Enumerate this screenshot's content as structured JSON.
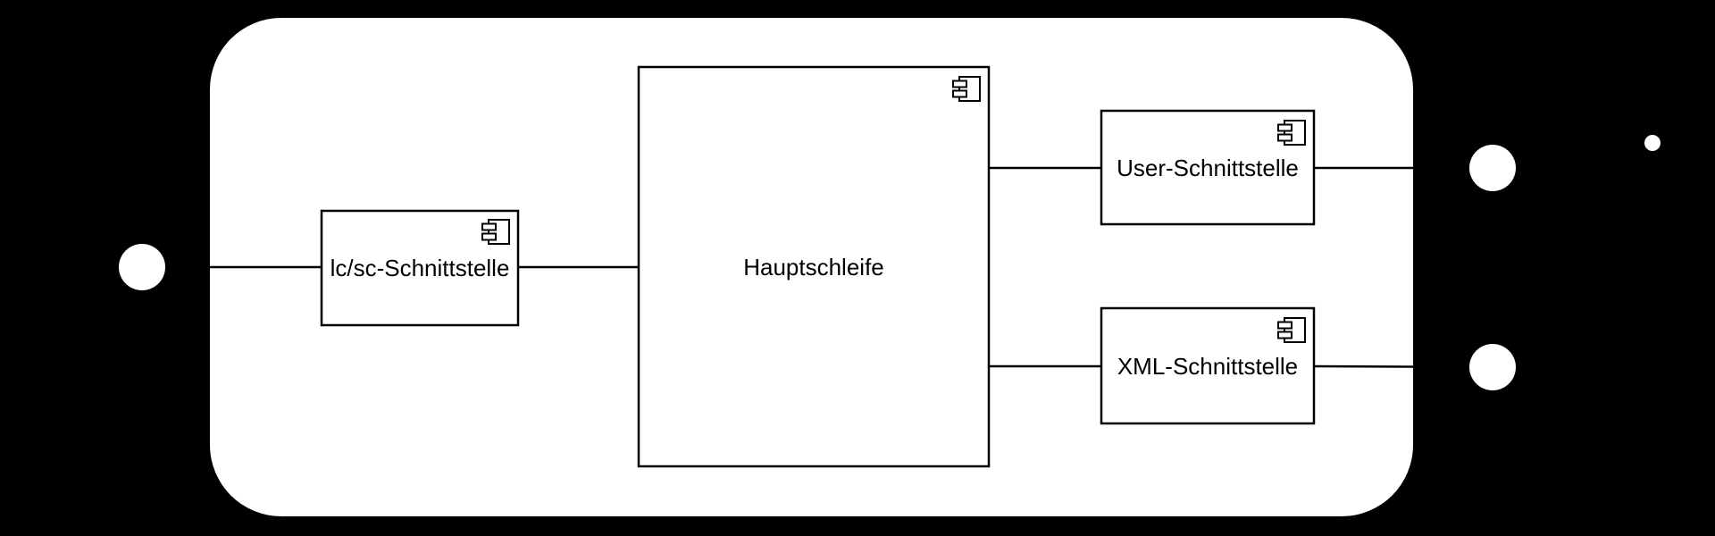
{
  "diagram": {
    "type": "uml-component-diagram",
    "colors": {
      "background": "#000000",
      "boundary_fill": "#ffffff",
      "node_fill": "#ffffff",
      "stroke": "#000000",
      "interface_fill": "#ffffff",
      "label_color": "#000000"
    },
    "boundary": {
      "shape": "rounded-rectangle"
    },
    "components": [
      {
        "label": "lc/sc-Schnittstelle"
      },
      {
        "label": "Hauptschleife"
      },
      {
        "label": "User-Schnittstelle"
      },
      {
        "label": "XML-Schnittstelle"
      }
    ],
    "connectors": [
      {
        "name": "left-interface-to-lcsc"
      },
      {
        "name": "lcsc-to-hauptschleife"
      },
      {
        "name": "hauptschleife-to-user"
      },
      {
        "name": "hauptschleife-to-xml"
      },
      {
        "name": "user-to-right-interface"
      },
      {
        "name": "xml-to-right-interface"
      }
    ],
    "interfaces": [
      {
        "name": "lollipop-interface-left"
      },
      {
        "name": "lollipop-interface-user"
      },
      {
        "name": "lollipop-interface-xml"
      },
      {
        "name": "small-interface-dot"
      }
    ]
  }
}
